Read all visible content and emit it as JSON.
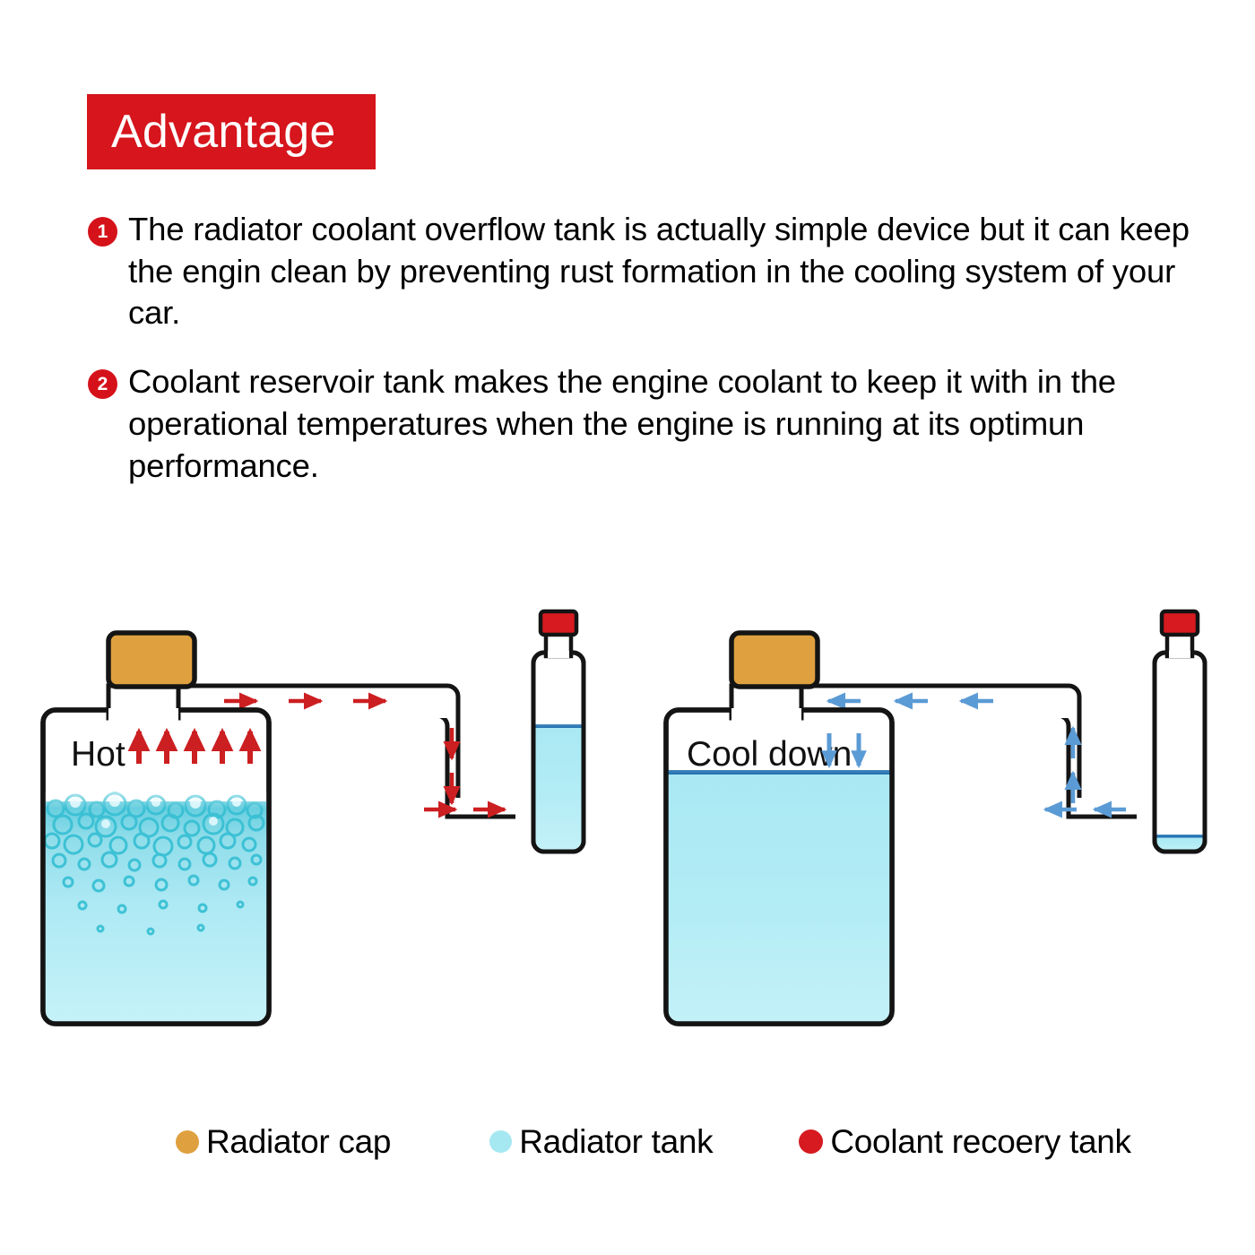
{
  "header": {
    "title": "Advantage",
    "banner_color": "#D6151C",
    "title_color": "#FFFFFF"
  },
  "advantages": [
    {
      "number": "1",
      "text": "The radiator coolant overflow tank is actually simple device but it can keep the engin clean by preventing rust formation in the cooling system of your car."
    },
    {
      "number": "2",
      "text": "Coolant reservoir tank makes the engine coolant to keep it with in the operational temperatures when the engine is running at its optimun performance."
    }
  ],
  "diagram": {
    "left_panel": {
      "state_label": "Hot",
      "arrow_count": 5,
      "arrow_color": "#CC1F21",
      "arrow_direction": "up",
      "flow_direction": "to-recovery-tank",
      "radiator_fill_percent": 62,
      "boiling": true,
      "recovery_fill_percent": 60
    },
    "right_panel": {
      "state_label": "Cool down",
      "arrow_count": 2,
      "arrow_color": "#5B9BD5",
      "arrow_direction": "down",
      "flow_direction": "to-radiator-tank",
      "radiator_fill_percent": 80,
      "boiling": false,
      "recovery_fill_percent": 6
    },
    "colors": {
      "radiator_cap": "#DFA03F",
      "recovery_cap": "#D61A20",
      "coolant": "#A5E8F2",
      "coolant_surface": "#1F6FB0",
      "outline": "#1A1A1A",
      "bubble": "#2FB9CE"
    }
  },
  "legend": [
    {
      "label": "Radiator cap",
      "color": "#DFA03F",
      "swatch": "orange-dot"
    },
    {
      "label": "Radiator tank",
      "color": "#A5E8F2",
      "swatch": "cyan-dot"
    },
    {
      "label": "Coolant recoery tank",
      "color": "#D61A20",
      "swatch": "red-dot"
    }
  ]
}
